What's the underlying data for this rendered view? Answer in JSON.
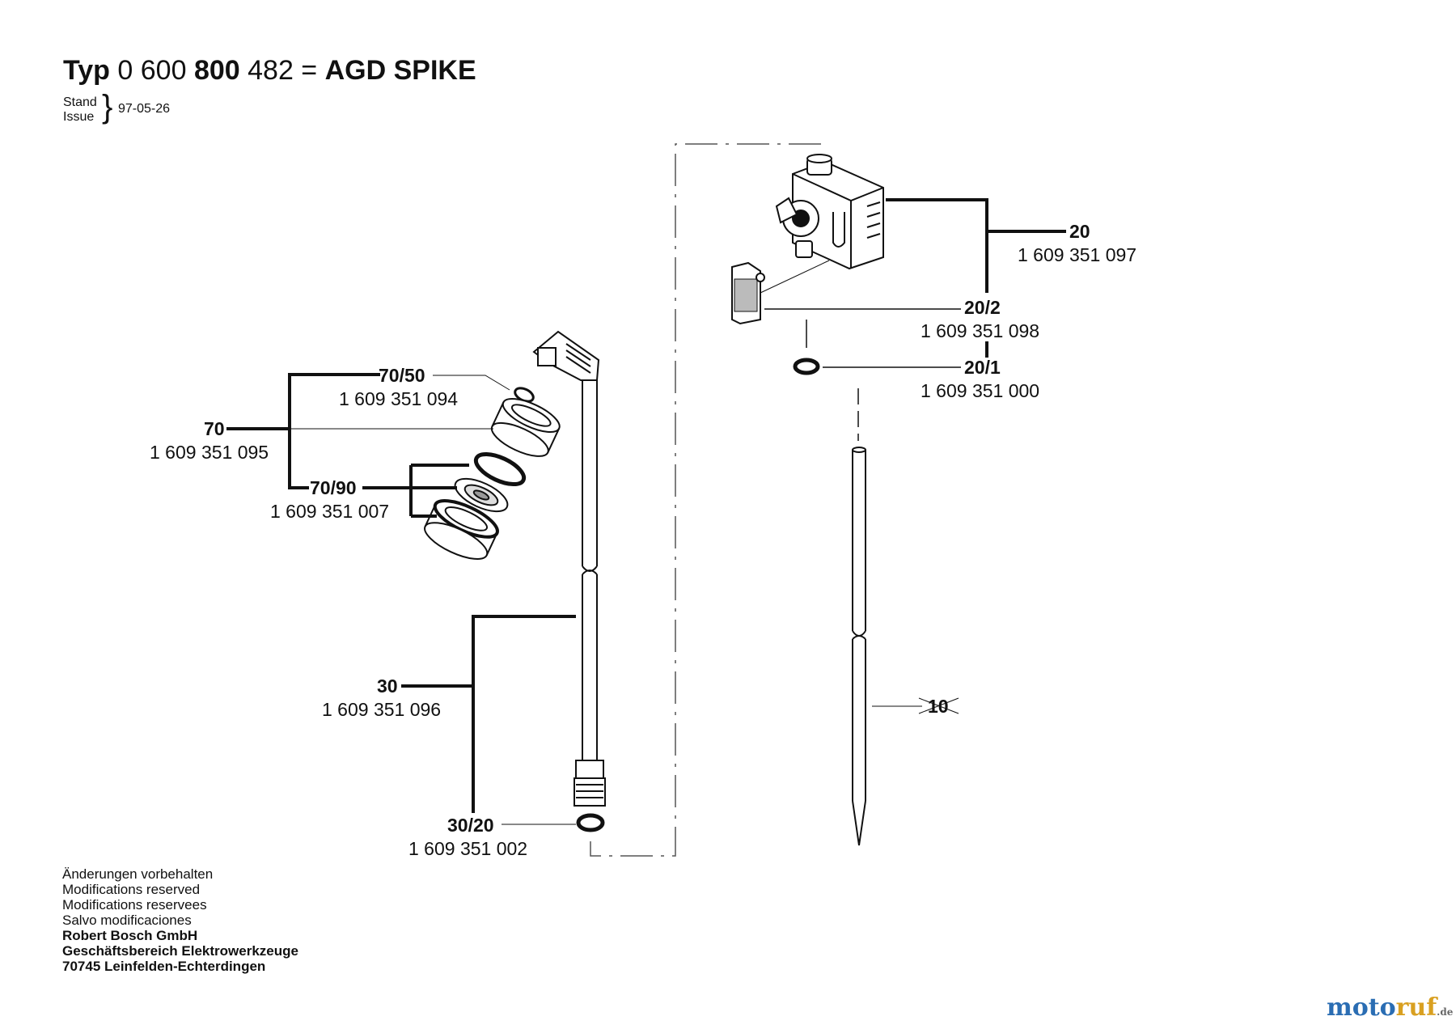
{
  "header": {
    "typ": "Typ",
    "num_a": "0 600",
    "num_b": "800",
    "num_c": "482 =",
    "model": "AGD SPIKE",
    "stand": "Stand",
    "issue": "Issue",
    "date": "97-05-26"
  },
  "parts": [
    {
      "ref": "70/50",
      "number": "1 609 351 094"
    },
    {
      "ref": "70",
      "number": "1 609 351 095"
    },
    {
      "ref": "70/90",
      "number": "1 609 351 007"
    },
    {
      "ref": "30",
      "number": "1 609 351 096"
    },
    {
      "ref": "30/20",
      "number": "1 609 351 002"
    },
    {
      "ref": "20",
      "number": "1 609 351 097"
    },
    {
      "ref": "20/2",
      "number": "1 609 351 098"
    },
    {
      "ref": "20/1",
      "number": "1 609 351 000"
    },
    {
      "ref": "10",
      "number": ""
    }
  ],
  "footer": {
    "line1": "Änderungen vorbehalten",
    "line2": "Modifications reserved",
    "line3": "Modifications reservees",
    "line4": "Salvo modificaciones",
    "line5": "Robert Bosch GmbH",
    "line6": "Geschäftsbereich Elektrowerkzeuge",
    "line7": "70745 Leinfelden-Echterdingen"
  },
  "watermark": {
    "part1": "moto",
    "part2": "ruf",
    "suffix": ".de"
  }
}
